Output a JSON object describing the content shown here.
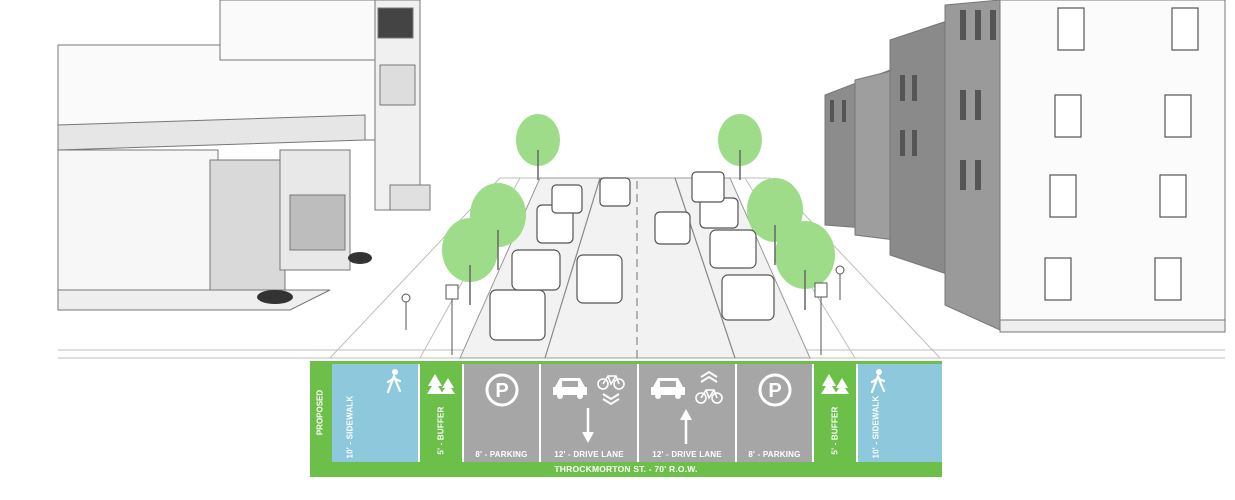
{
  "legend": {
    "proposed_label": "PROPOSED",
    "row_label": "THROCKMORTON ST. - 70' R.O.W.",
    "segments": [
      {
        "label": "10' - SIDEWALK",
        "kind": "sidewalk",
        "icon": "pedestrian-icon"
      },
      {
        "label": "5' - BUFFER",
        "kind": "buffer",
        "icon": "trees-icon"
      },
      {
        "label": "8' - PARKING",
        "kind": "parking",
        "icon": "parking-icon"
      },
      {
        "label": "12' - DRIVE LANE",
        "kind": "drive-lane-down",
        "icon": "car-bike-down-icon"
      },
      {
        "label": "12' - DRIVE LANE",
        "kind": "drive-lane-up",
        "icon": "car-bike-up-icon"
      },
      {
        "label": "8' - PARKING",
        "kind": "parking",
        "icon": "parking-icon"
      },
      {
        "label": "5' - BUFFER",
        "kind": "buffer",
        "icon": "trees-icon"
      },
      {
        "label": "10' - SIDEWALK",
        "kind": "sidewalk",
        "icon": "pedestrian-icon"
      }
    ]
  },
  "colors": {
    "green": "#6cc04a",
    "sidewalk_blue": "#8ec8dc",
    "lane_gray": "#a6a6a6",
    "tree_green": "#9fdc8a"
  }
}
